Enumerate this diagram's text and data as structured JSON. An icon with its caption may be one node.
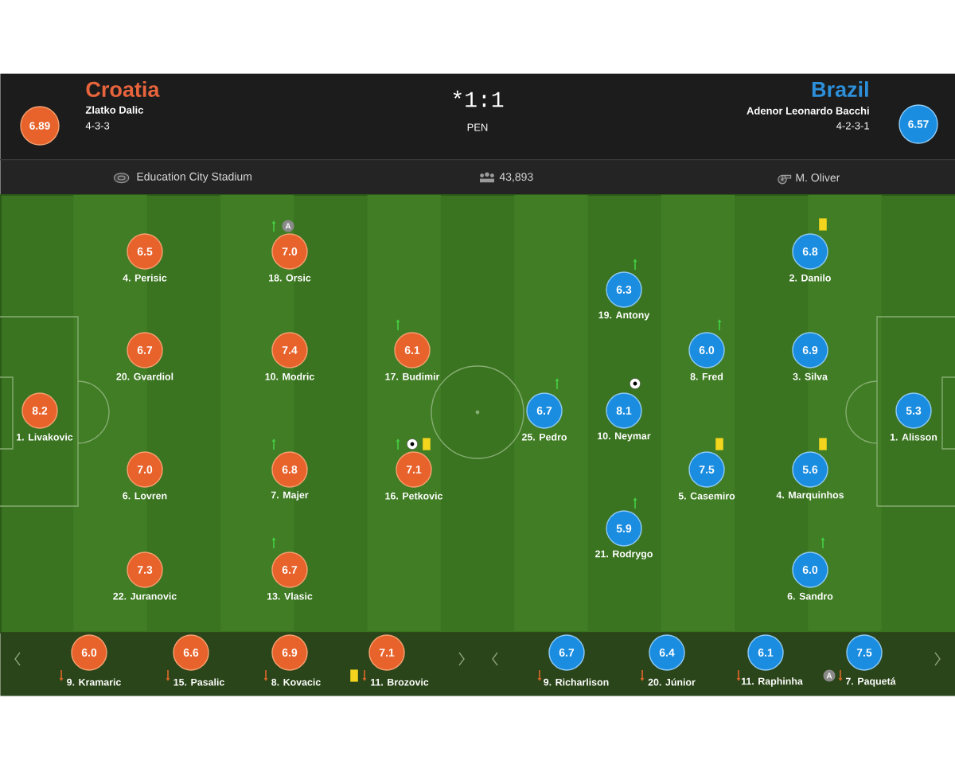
{
  "diagram": {
    "nodes": [
      {
        "text": [
          "Croatia",
          "Zlatko Dalic",
          "4-3-3",
          "*1:1",
          "PEN",
          "Brazil",
          "Adenor Leonardo Bacchi",
          "4-2-3-1"
        ]
      },
      {
        "text": [
          "6.89"
        ],
        "in": 0
      },
      {
        "text": [
          "6.57"
        ],
        "in": 0
      },
      {
        "text": [
          "Education City Stadium",
          "43,893",
          "M. Oliver"
        ]
      },
      {
        "text": [],
        "shape": "box"
      },
      {
        "text": [
          "8.2",
          "1. Livakovic"
        ],
        "in": 4
      },
      {
        "text": [
          "6.5",
          "4. Perisic"
        ],
        "in": 4
      },
      {
        "text": [
          "6.7",
          "20. Gvardiol"
        ],
        "in": 4
      },
      {
        "text": [
          "7.0",
          "6. Lovren"
        ],
        "in": 4
      },
      {
        "text": [
          "7.3",
          "22. Juranovic"
        ],
        "in": 4
      },
      {
        "text": [
          "A",
          "7.0",
          "18. Orsic"
        ],
        "in": 4
      },
      {
        "text": [
          "7.4",
          "10. Modric"
        ],
        "in": 4
      },
      {
        "text": [
          "6.8",
          "7. Majer"
        ],
        "in": 4
      },
      {
        "text": [
          "6.7",
          "13. Vlasic"
        ],
        "in": 4
      },
      {
        "text": [
          "6.1",
          "17. Budimir"
        ],
        "in": 4
      },
      {
        "text": [
          "7.1",
          "16. Petkovic"
        ],
        "in": 4
      },
      {
        "text": [
          "6.7",
          "25. Pedro"
        ],
        "in": 4
      },
      {
        "text": [
          "6.3",
          "19. Antony"
        ],
        "in": 4
      },
      {
        "text": [
          "8.1",
          "10. Neymar"
        ],
        "in": 4
      },
      {
        "text": [
          "5.9",
          "21. Rodrygo"
        ],
        "in": 4
      },
      {
        "text": [
          "6.0",
          "8. Fred"
        ],
        "in": 4
      },
      {
        "text": [
          "7.5",
          "5. Casemiro"
        ],
        "in": 4
      },
      {
        "text": [
          "6.8",
          "2. Danilo"
        ],
        "in": 4
      },
      {
        "text": [
          "6.9",
          "3. Silva"
        ],
        "in": 4
      },
      {
        "text": [
          "5.6",
          "4. Marquinhos"
        ],
        "in": 4
      },
      {
        "text": [
          "6.0",
          "6. Sandro"
        ],
        "in": 4
      },
      {
        "text": [
          "5.3",
          "1. Alisson"
        ],
        "in": 4
      },
      {
        "text": [],
        "shape": "bar"
      },
      {
        "text": [
          "6.0",
          "9. Kramaric"
        ],
        "in": 27
      },
      {
        "text": [
          "6.6",
          "15. Pasalic"
        ],
        "in": 27
      },
      {
        "text": [
          "6.9",
          "8. Kovacic"
        ],
        "in": 27
      },
      {
        "text": [
          "7.1",
          "11. Brozovic"
        ],
        "in": 27
      },
      {
        "text": [
          "6.7",
          "9. Richarlison"
        ],
        "in": 27
      },
      {
        "text": [
          "6.4",
          "20. Júnior"
        ],
        "in": 27
      },
      {
        "text": [
          "6.1",
          "11. Raphinha"
        ],
        "in": 27
      },
      {
        "text": [
          "7.5",
          "A",
          "7. Paquetá"
        ],
        "in": 27
      }
    ]
  }
}
